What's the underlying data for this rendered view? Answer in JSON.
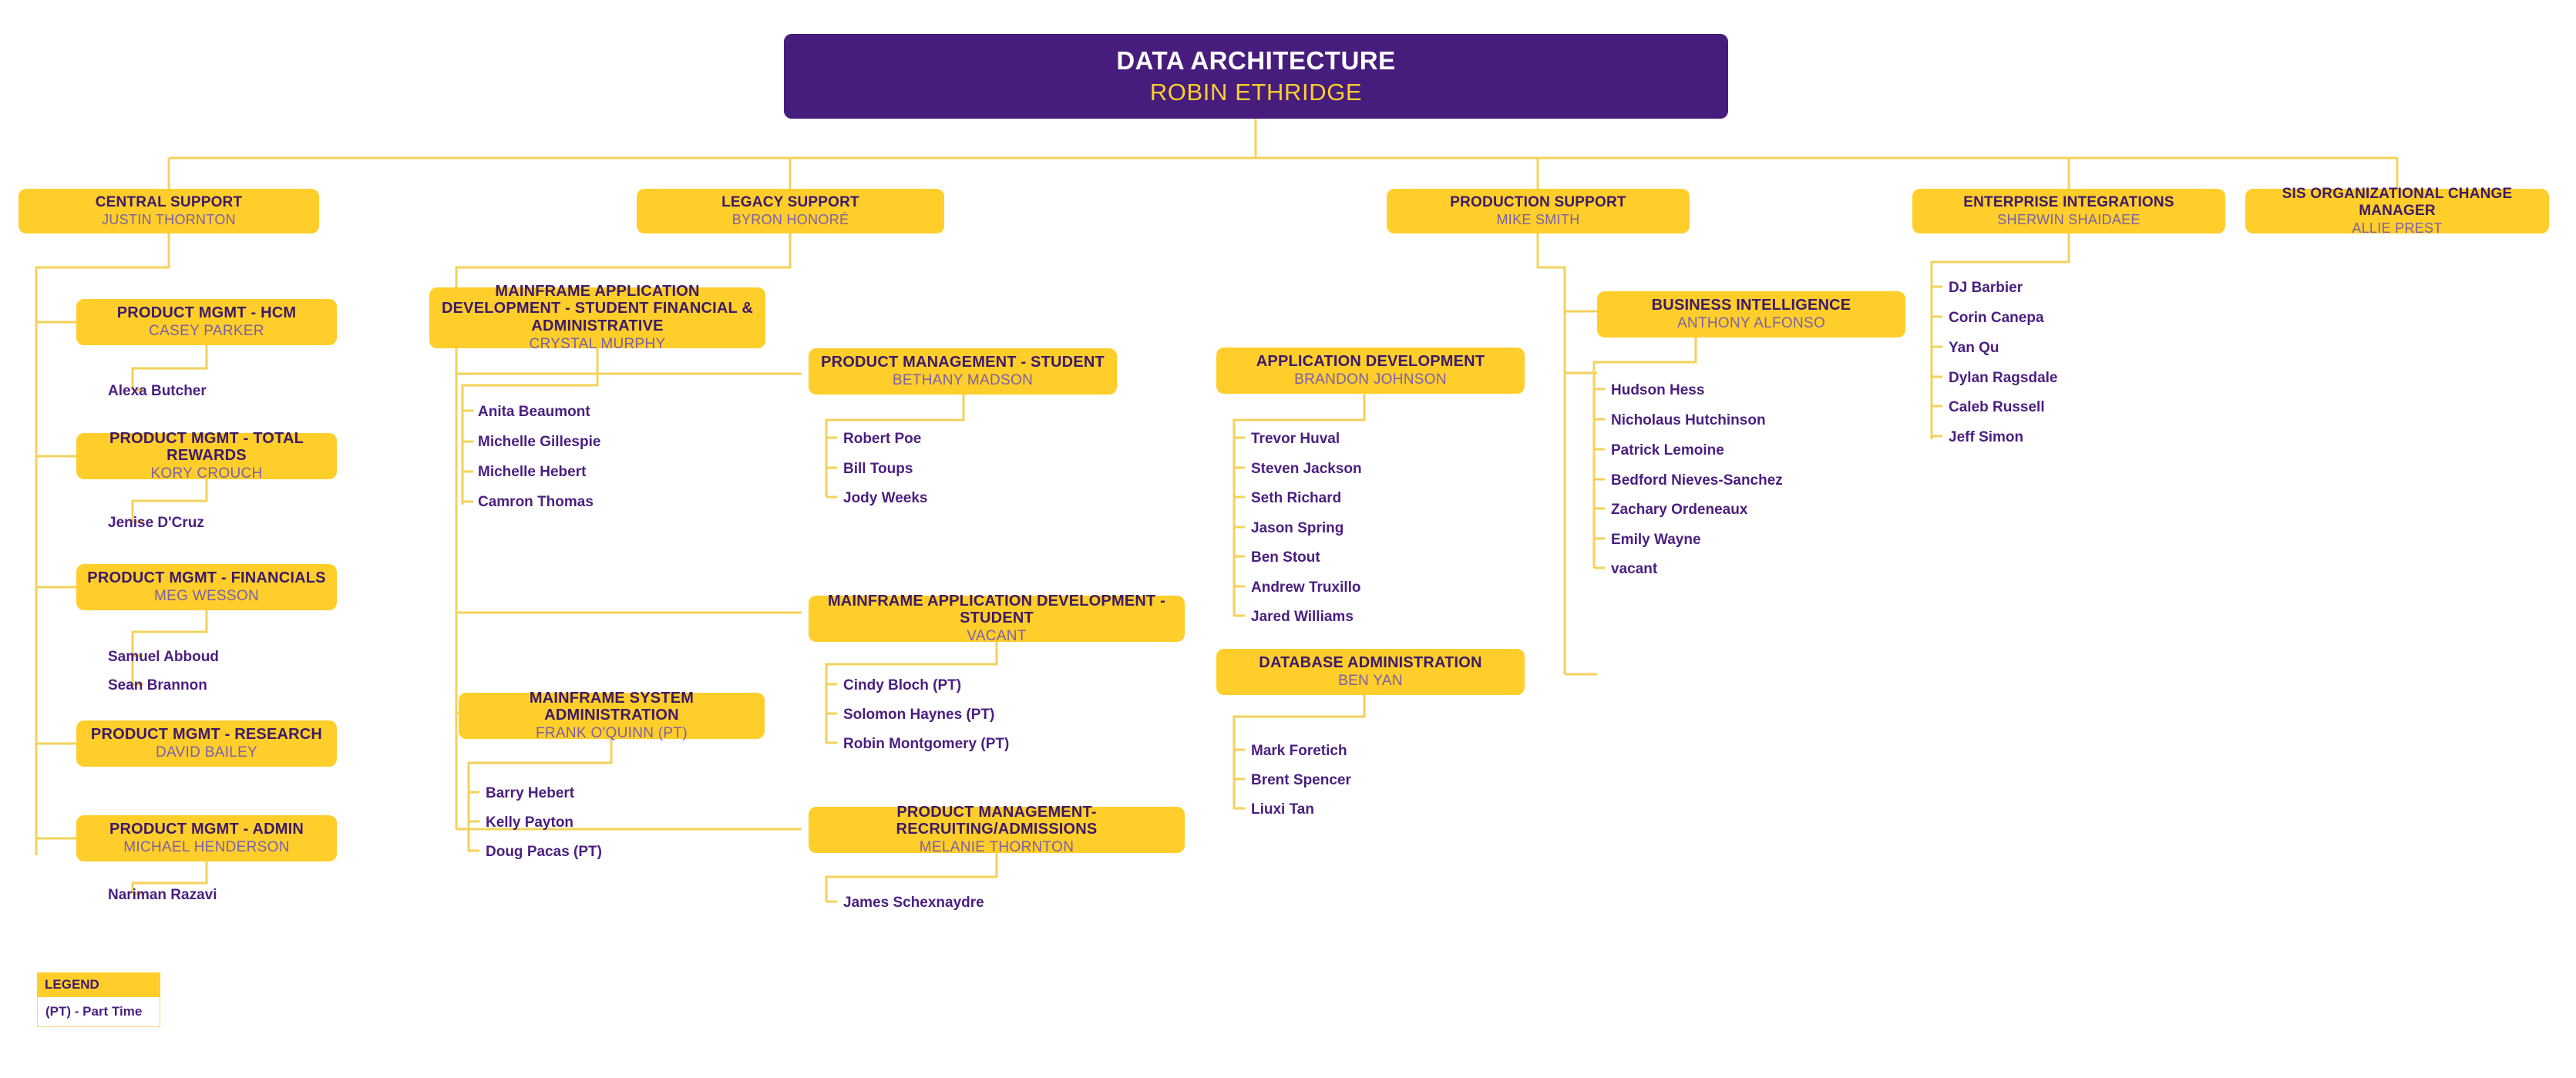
{
  "chart_meta": {
    "type": "org-chart",
    "colors": {
      "brand_purple": "#461D7C",
      "brand_yellow": "#FFCE2B",
      "connector_line": "#F3D25B",
      "title_text": "#3D1A66",
      "person_text": "#7B60A8",
      "leaf_text": "#4B1E80",
      "background": "#FFFFFF"
    }
  },
  "root": {
    "title": "DATA ARCHITECTURE",
    "person": "ROBIN ETHRIDGE"
  },
  "divisions": [
    {
      "id": "central-support",
      "title": "CENTRAL SUPPORT",
      "person": "JUSTIN THORNTON"
    },
    {
      "id": "legacy-support",
      "title": "LEGACY SUPPORT",
      "person": "BYRON HONORÉ"
    },
    {
      "id": "production-support",
      "title": "PRODUCTION SUPPORT",
      "person": "MIKE SMITH"
    },
    {
      "id": "enterprise-integrations",
      "title": "ENTERPRISE INTEGRATIONS",
      "person": "SHERWIN SHAIDAEE"
    },
    {
      "id": "sis-org-change-manager",
      "title": "SIS ORGANIZATIONAL CHANGE MANAGER",
      "person": "ALLIE PREST"
    }
  ],
  "teams": [
    {
      "id": "pm-hcm",
      "parent": "central-support",
      "title": "PRODUCT MGMT - HCM",
      "person": "CASEY PARKER",
      "staff": [
        "Alexa Butcher"
      ]
    },
    {
      "id": "pm-total-rewards",
      "parent": "central-support",
      "title": "PRODUCT MGMT - TOTAL REWARDS",
      "person": "KORY CROUCH",
      "staff": [
        "Jenise D'Cruz"
      ]
    },
    {
      "id": "pm-financials",
      "parent": "central-support",
      "title": "PRODUCT MGMT - FINANCIALS",
      "person": "MEG WESSON",
      "staff": [
        "Samuel Abboud",
        "Sean Brannon"
      ]
    },
    {
      "id": "pm-research",
      "parent": "central-support",
      "title": "PRODUCT MGMT - RESEARCH",
      "person": "DAVID BAILEY",
      "staff": []
    },
    {
      "id": "pm-admin",
      "parent": "central-support",
      "title": "PRODUCT MGMT - ADMIN",
      "person": "MICHAEL HENDERSON",
      "staff": [
        "Nariman Razavi"
      ]
    },
    {
      "id": "mainframe-appdev-sfa",
      "parent": "legacy-support",
      "title": "MAINFRAME APPLICATION DEVELOPMENT - STUDENT FINANCIAL & ADMINISTRATIVE",
      "person": "CRYSTAL MURPHY",
      "staff": [
        "Anita Beaumont",
        "Michelle Gillespie",
        "Michelle Hebert",
        "Camron Thomas"
      ]
    },
    {
      "id": "mainframe-sys-admin",
      "parent": "legacy-support",
      "title": "MAINFRAME SYSTEM ADMINISTRATION",
      "person": "FRANK O'QUINN (PT)",
      "staff": [
        "Barry Hebert",
        "Kelly Payton",
        "Doug Pacas (PT)"
      ]
    },
    {
      "id": "pm-student",
      "parent": "legacy-support",
      "title": "PRODUCT MANAGEMENT - STUDENT",
      "person": "BETHANY MADSON",
      "staff": [
        "Robert Poe",
        "Bill Toups",
        "Jody Weeks"
      ]
    },
    {
      "id": "mainframe-appdev-student",
      "parent": "legacy-support",
      "title": "MAINFRAME APPLICATION DEVELOPMENT - STUDENT",
      "person": "VACANT",
      "staff": [
        "Cindy Bloch (PT)",
        "Solomon Haynes (PT)",
        "Robin Montgomery (PT)"
      ]
    },
    {
      "id": "pm-recruiting-admissions",
      "parent": "legacy-support",
      "title": "PRODUCT MANAGEMENT- RECRUITING/ADMISSIONS",
      "person": "MELANIE THORNTON",
      "staff": [
        "James Schexnaydre"
      ]
    },
    {
      "id": "application-development",
      "parent": "production-support",
      "title": "APPLICATION DEVELOPMENT",
      "person": "BRANDON JOHNSON",
      "staff": [
        "Trevor Huval",
        "Steven Jackson",
        "Seth Richard",
        "Jason Spring",
        "Ben Stout",
        "Andrew Truxillo",
        "Jared Williams"
      ]
    },
    {
      "id": "database-administration",
      "parent": "production-support",
      "title": "DATABASE ADMINISTRATION",
      "person": "BEN YAN",
      "staff": [
        "Mark Foretich",
        "Brent Spencer",
        "Liuxi Tan"
      ]
    },
    {
      "id": "business-intelligence",
      "parent": "production-support",
      "title": "BUSINESS INTELLIGENCE",
      "person": "ANTHONY ALFONSO",
      "staff": [
        "Hudson Hess",
        "Nicholaus Hutchinson",
        "Patrick Lemoine",
        "Bedford Nieves-Sanchez",
        "Zachary Ordeneaux",
        "Emily Wayne",
        "vacant"
      ]
    }
  ],
  "division_staff": [
    {
      "id": "enterprise-integrations-staff",
      "parent": "enterprise-integrations",
      "staff": [
        "DJ Barbier",
        "Corin Canepa",
        "Yan Qu",
        "Dylan Ragsdale",
        "Caleb Russell",
        "Jeff Simon"
      ]
    }
  ],
  "legend": {
    "heading": "LEGEND",
    "entries": [
      "(PT) - Part Time"
    ]
  }
}
